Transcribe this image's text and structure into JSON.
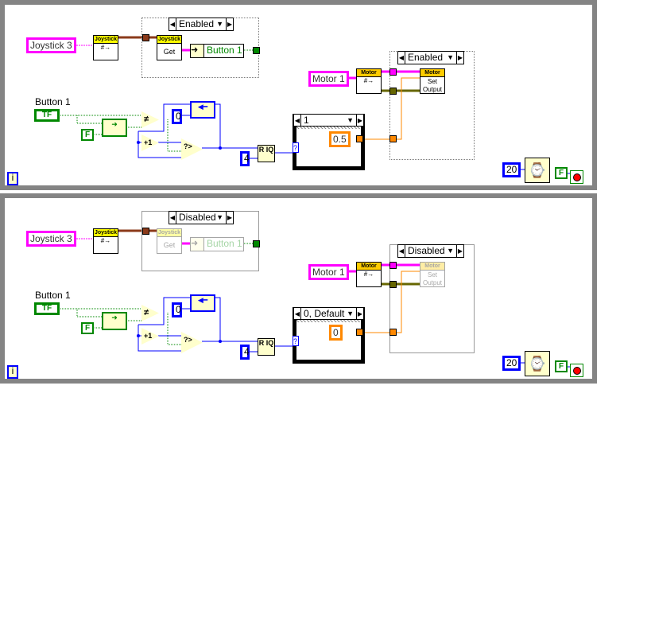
{
  "panels": [
    {
      "state": "Enabled",
      "joystick_ref": "Joystick 3",
      "joystick_hd": "Joystick",
      "get_label": "Get",
      "button_field": "Button 1",
      "button_label": "Button 1",
      "tf": "TF",
      "false_const": "F",
      "zero_const": "0",
      "four_const": "4",
      "case_selector": "1",
      "case_value": "0.5",
      "motor_ref": "Motor 1",
      "motor_hd": "Motor",
      "set_hd": "Motor",
      "set_label": "Set Output",
      "iter": "i",
      "wait_ms": "20",
      "stop_const": "F",
      "divide_label": "R IQ",
      "selector_q": "?"
    },
    {
      "state": "Disabled",
      "joystick_ref": "Joystick 3",
      "joystick_hd": "Joystick",
      "get_label": "Get",
      "button_field": "Button 1",
      "button_label": "Button 1",
      "tf": "TF",
      "false_const": "F",
      "zero_const": "0",
      "four_const": "4",
      "case_selector": "0, Default",
      "case_value": "0",
      "motor_ref": "Motor 1",
      "motor_hd": "Motor",
      "set_hd": "Motor",
      "set_label": "Set Output",
      "iter": "i",
      "wait_ms": "20",
      "stop_const": "F",
      "divide_label": "R IQ",
      "selector_q": "?"
    }
  ],
  "colors": {
    "refnum": "#ff00ff",
    "numeric": "#0000ff",
    "double": "#ff8000",
    "boolean": "#008000",
    "frame": "#848484"
  }
}
